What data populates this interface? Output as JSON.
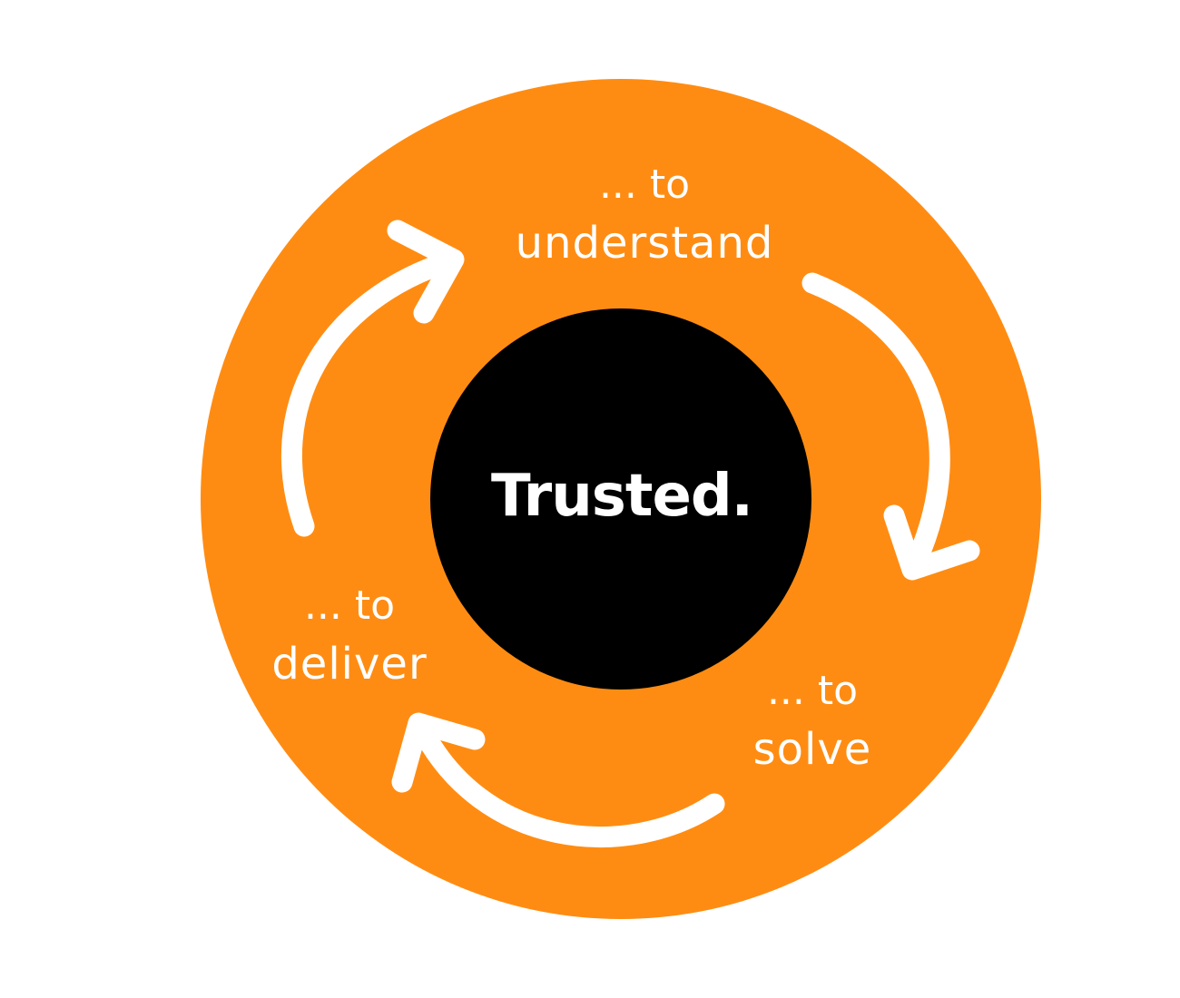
{
  "center": {
    "label": "Trusted."
  },
  "steps": [
    {
      "prefix": "... to",
      "word": "understand"
    },
    {
      "prefix": "... to",
      "word": "solve"
    },
    {
      "prefix": "... to",
      "word": "deliver"
    }
  ],
  "colors": {
    "outer_circle": "#FF8C12",
    "inner_circle": "#000000",
    "text": "#FFFFFF",
    "arrow": "#FFFFFF",
    "background": "#FFFFFF"
  },
  "icons": [
    "curved-arrow-icon",
    "curved-arrow-icon",
    "curved-arrow-icon"
  ]
}
